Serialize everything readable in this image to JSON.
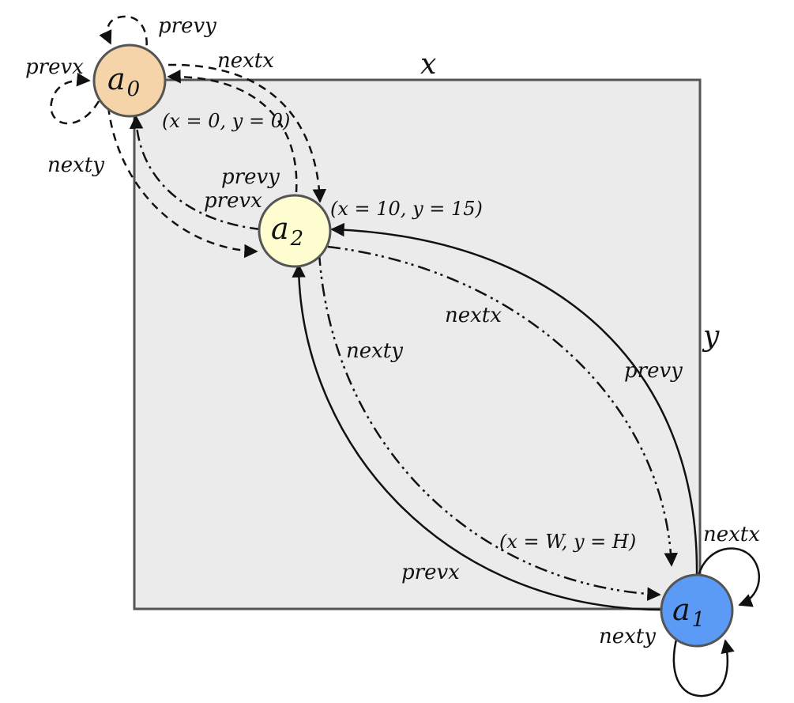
{
  "diagram": {
    "axes": {
      "x": "x",
      "y": "y"
    },
    "colors": {
      "region_fill": "#ebebeb",
      "region_stroke": "#555555",
      "a0_fill": "#f4d4a8",
      "a2_fill": "#fdfdd0",
      "a1_fill": "#5b9bf5",
      "node_stroke": "#555555",
      "edge": "#111111"
    },
    "nodes": [
      {
        "id": "a0",
        "base": "a",
        "sub": "0",
        "coord": "(x = 0, y = 0)"
      },
      {
        "id": "a2",
        "base": "a",
        "sub": "2",
        "coord": "(x = 10, y = 15)"
      },
      {
        "id": "a1",
        "base": "a",
        "sub": "1",
        "coord": "(x = W, y = H)"
      }
    ],
    "edge_labels": {
      "a0_prevy": "prevy",
      "a0_prevx": "prevx",
      "a0_nextx": "nextx",
      "a0_nexty": "nexty",
      "a2_prevy": "prevy",
      "a2_prevx": "prevx",
      "mid_nextx": "nextx",
      "mid_nexty": "nexty",
      "mid_prevy": "prevy",
      "mid_prevx": "prevx",
      "a1_nextx": "nextx",
      "a1_nexty": "nexty"
    },
    "line_styles": {
      "nextx": "dash-dot",
      "nexty": "dash-dot-dot",
      "prevx": "solid",
      "prevy": "solid",
      "self_loop_a0": "dashed",
      "a0_to_a2": "dashed"
    }
  }
}
